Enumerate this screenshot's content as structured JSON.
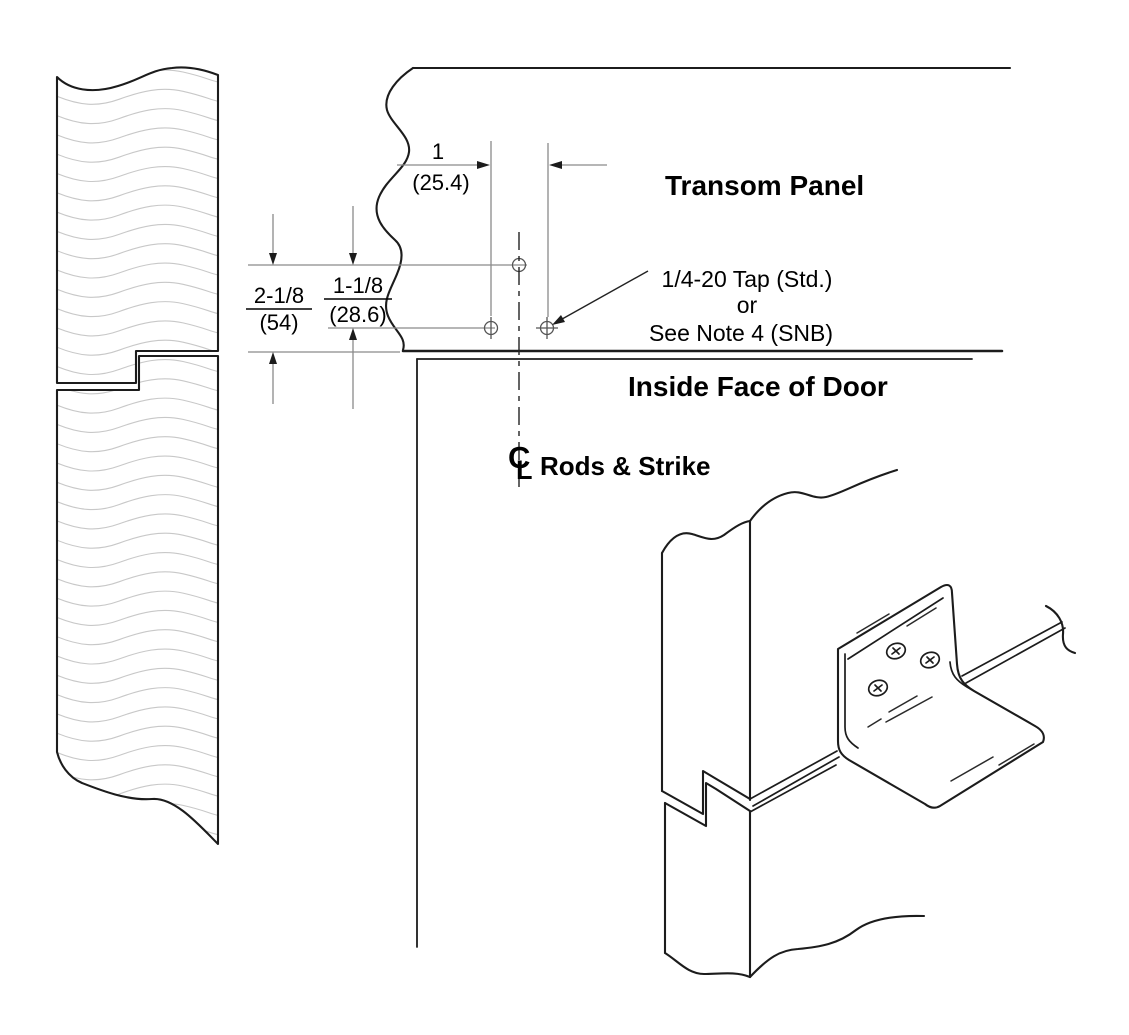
{
  "drawing": {
    "title": "Transom panel / door top strike installation detail",
    "labels": {
      "transom_panel": "Transom Panel",
      "tap_line1": "1/4-20 Tap (Std.)",
      "tap_line2": "or",
      "tap_line3": "See Note 4 (SNB)",
      "inside_face": "Inside Face of Door",
      "centerline_c": "C",
      "centerline_l": "L",
      "rods_strike": "Rods & Strike"
    },
    "dimensions": {
      "hole_offset_horizontal": {
        "inches": "1",
        "mm": "(25.4)"
      },
      "top_hole_to_door_face": {
        "inches": "2-1/8",
        "mm": "(54)"
      },
      "lower_holes_spacing": {
        "inches": "1-1/8",
        "mm": "(28.6)"
      }
    },
    "colors": {
      "line": "#1c1c1c",
      "dim": "#8a8a8a",
      "hatch": "#c8c8c8",
      "text": "#000000"
    }
  }
}
